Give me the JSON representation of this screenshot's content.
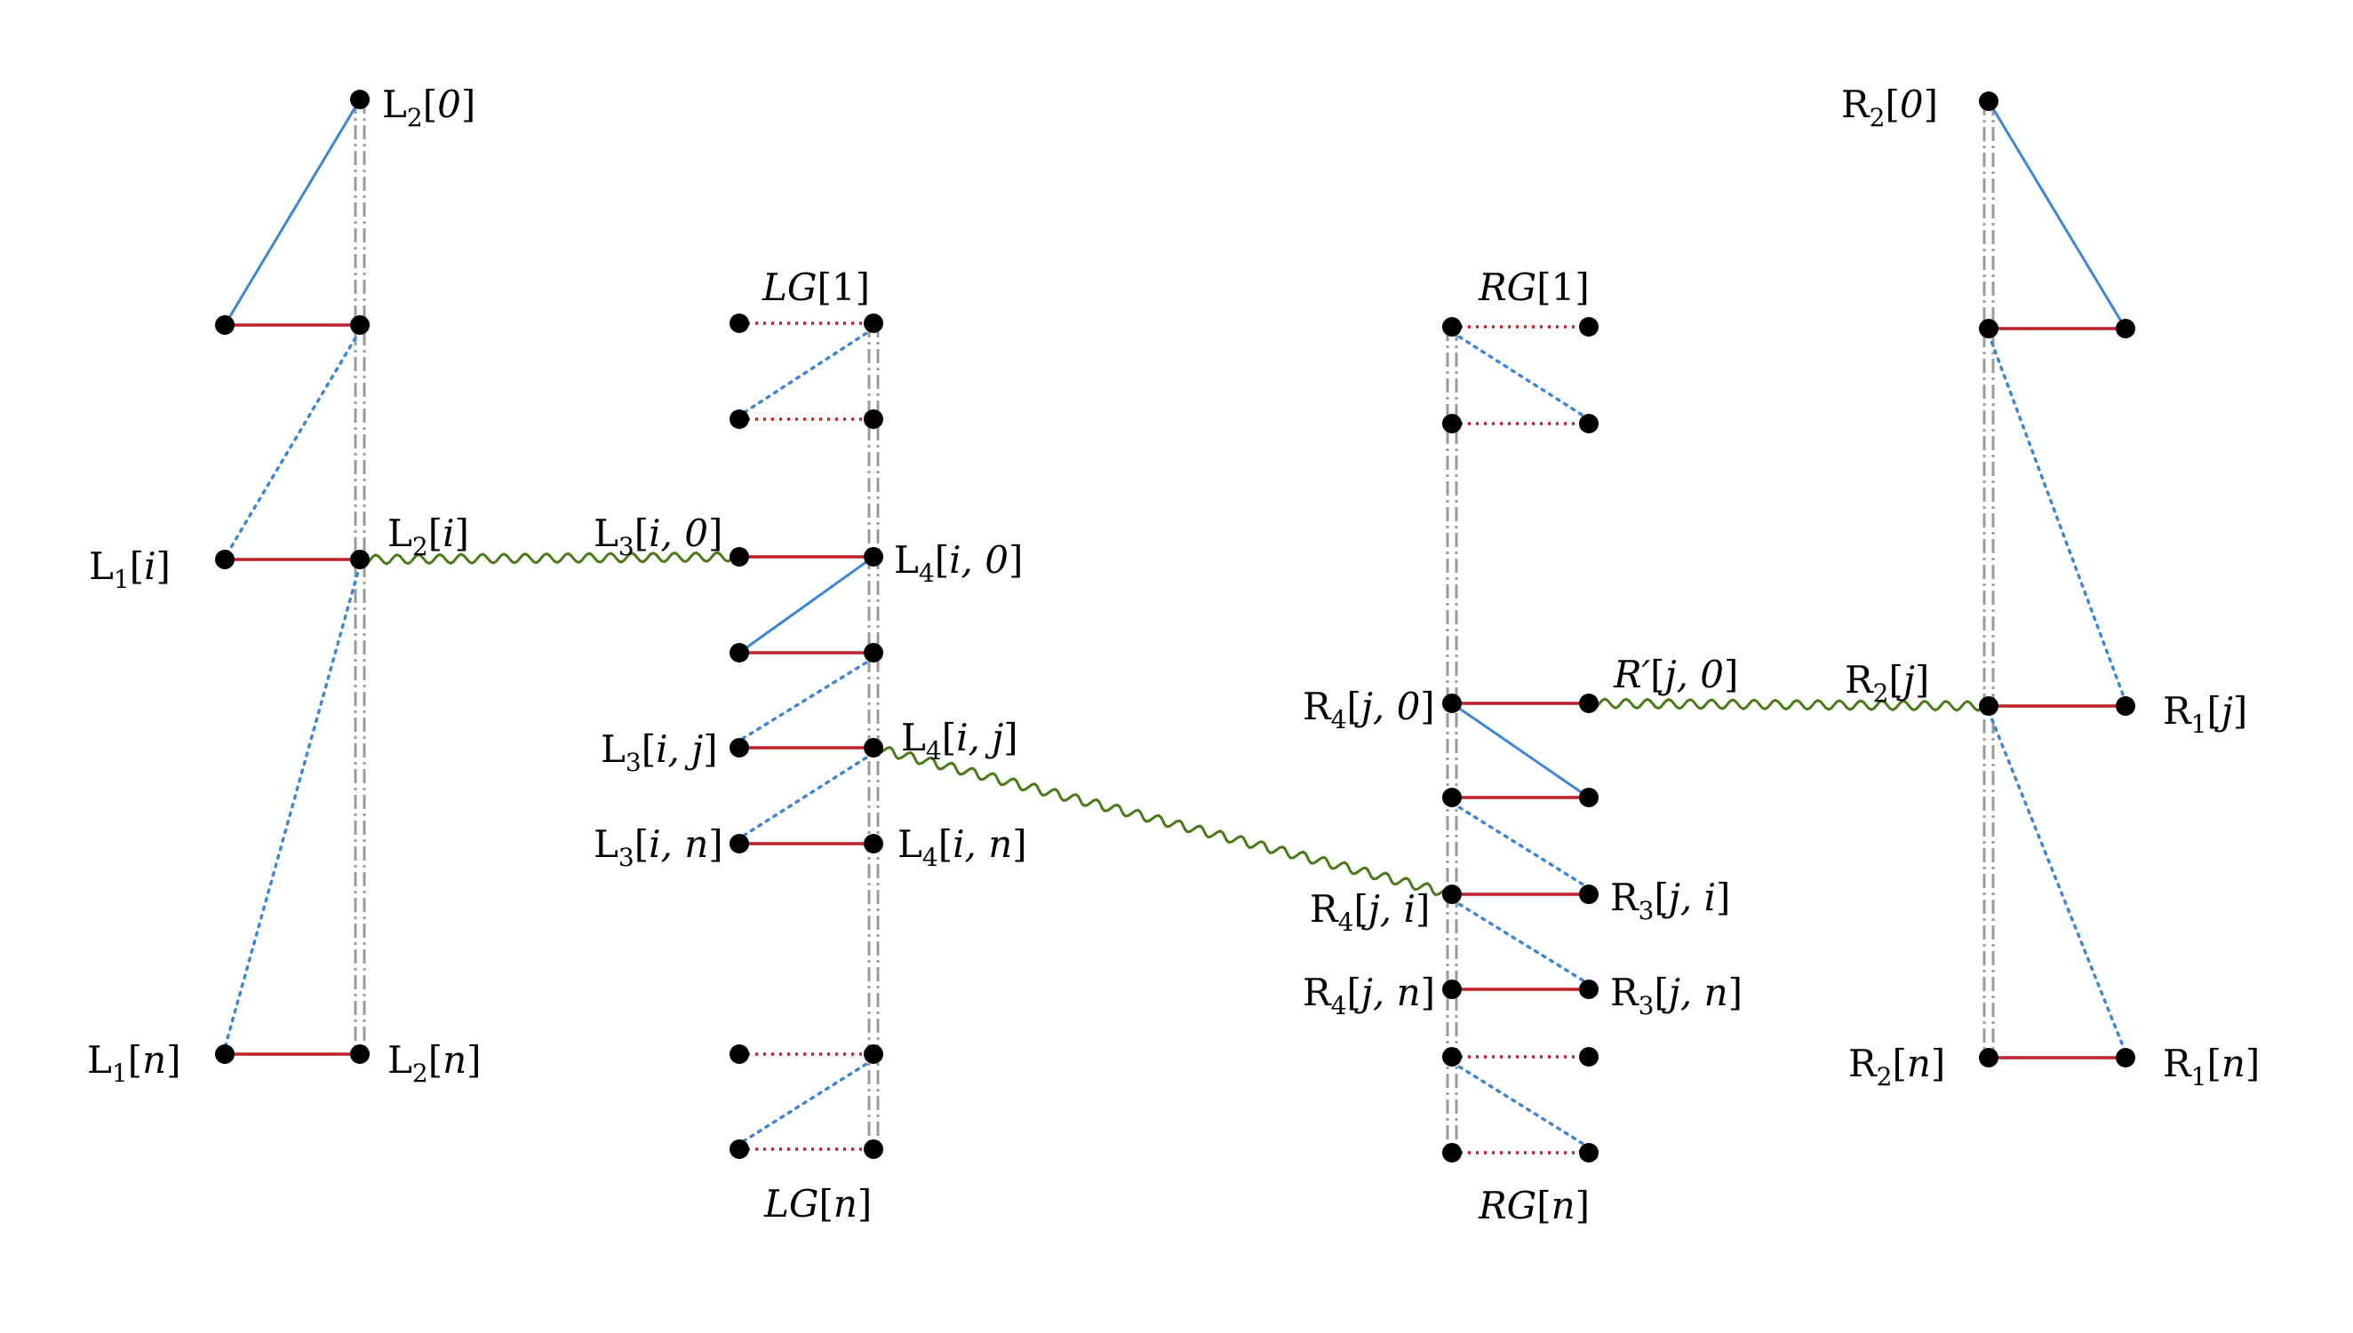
{
  "colors": {
    "node": "#000000",
    "red_edge": "#c21f2a",
    "blue_edge": "#3d86d6",
    "green_edge": "#4a7a18",
    "gray_edge": "#9a9a9a"
  },
  "labels": {
    "l2_0": {
      "base": "L",
      "sub": "2",
      "args": "0"
    },
    "l1_i": {
      "base": "L",
      "sub": "1",
      "args": "i"
    },
    "l2_i": {
      "base": "L",
      "sub": "2",
      "args": "i"
    },
    "l1_n": {
      "base": "L",
      "sub": "1",
      "args": "n"
    },
    "l2_n": {
      "base": "L",
      "sub": "2",
      "args": "n"
    },
    "lg_1": {
      "base": "LG",
      "sub": "",
      "args": "1"
    },
    "lg_n": {
      "base": "LG",
      "sub": "",
      "args": "n"
    },
    "l3_i0": {
      "base": "L",
      "sub": "3",
      "args": "i, 0"
    },
    "l4_i0": {
      "base": "L",
      "sub": "4",
      "args": "i, 0"
    },
    "l3_ij": {
      "base": "L",
      "sub": "3",
      "args": "i, j"
    },
    "l4_ij": {
      "base": "L",
      "sub": "4",
      "args": "i, j"
    },
    "l3_in": {
      "base": "L",
      "sub": "3",
      "args": "i, n"
    },
    "l4_in": {
      "base": "L",
      "sub": "4",
      "args": "i, n"
    },
    "rg_1": {
      "base": "RG",
      "sub": "",
      "args": "1"
    },
    "rg_n": {
      "base": "RG",
      "sub": "",
      "args": "n"
    },
    "r4_j0": {
      "base": "R",
      "sub": "4",
      "args": "j, 0"
    },
    "rp_j0": {
      "base": "R′",
      "sub": "",
      "args": "j, 0"
    },
    "r2_j": {
      "base": "R",
      "sub": "2",
      "args": "j"
    },
    "r4_ji": {
      "base": "R",
      "sub": "4",
      "args": "j, i"
    },
    "r3_ji": {
      "base": "R",
      "sub": "3",
      "args": "j, i"
    },
    "r4_jn": {
      "base": "R",
      "sub": "4",
      "args": "j, n"
    },
    "r3_jn": {
      "base": "R",
      "sub": "3",
      "args": "j, n"
    },
    "r2_0": {
      "base": "R",
      "sub": "2",
      "args": "0"
    },
    "r1_j": {
      "base": "R",
      "sub": "1",
      "args": "j"
    },
    "r2_n": {
      "base": "R",
      "sub": "2",
      "args": "n"
    },
    "r1_n": {
      "base": "R",
      "sub": "1",
      "args": "n"
    }
  }
}
